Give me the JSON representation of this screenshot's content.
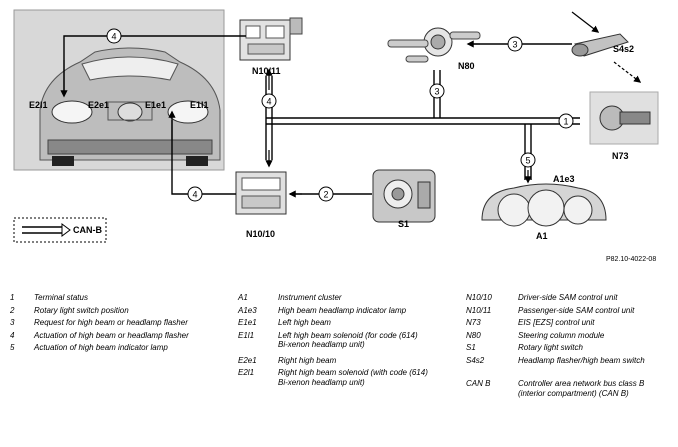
{
  "components": {
    "e2l1": "E2l1",
    "e2e1": "E2e1",
    "e1e1": "E1e1",
    "e1l1": "E1l1",
    "n10_11": "N10/11",
    "n80": "N80",
    "s4s2": "S4s2",
    "n73": "N73",
    "n10_10": "N10/10",
    "s1": "S1",
    "a1e3": "A1e3",
    "a1": "A1"
  },
  "can_legend": "CAN-B",
  "figure_ref": "P82.10-4022-08",
  "arrow_numbers": [
    "4",
    "3",
    "4",
    "3",
    "1",
    "5",
    "4",
    "2"
  ],
  "legend_numbers": [
    {
      "key": "1",
      "text": "Terminal status"
    },
    {
      "key": "2",
      "text": "Rotary light switch position"
    },
    {
      "key": "3",
      "text": "Request for high beam or headlamp flasher"
    },
    {
      "key": "4",
      "text": "Actuation of high beam or headlamp flasher"
    },
    {
      "key": "5",
      "text": "Actuation of high beam indicator lamp"
    }
  ],
  "legend_codes_1": [
    {
      "key": "A1",
      "text": "Instrument cluster"
    },
    {
      "key": "A1e3",
      "text": "High beam headlamp indicator lamp"
    },
    {
      "key": "E1e1",
      "text": "Left high beam"
    },
    {
      "key": "E1l1",
      "text": "Left high beam solenoid (for code (614) Bi-xenon headlamp unit)"
    },
    {
      "key": "E2e1",
      "text": "Right high beam"
    },
    {
      "key": "E2l1",
      "text": "Right high beam solenoid (with code (614) Bi-xenon headlamp unit)"
    }
  ],
  "legend_codes_2": [
    {
      "key": "N10/10",
      "text": "Driver-side SAM control unit"
    },
    {
      "key": "N10/11",
      "text": "Passenger-side SAM control unit"
    },
    {
      "key": "N73",
      "text": "EIS [EZS] control unit"
    },
    {
      "key": "N80",
      "text": "Steering column module"
    },
    {
      "key": "S1",
      "text": "Rotary light switch"
    },
    {
      "key": "S4s2",
      "text": "Headlamp flasher/high beam switch"
    },
    {
      "key": "CAN B",
      "text": "Controller area network bus class B (interior compartment) (CAN B)"
    }
  ]
}
